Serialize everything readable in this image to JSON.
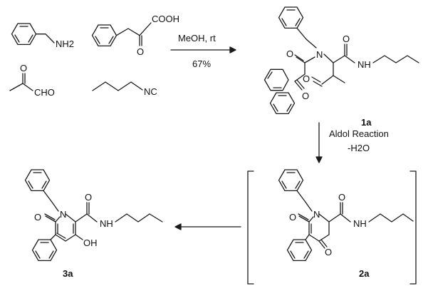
{
  "reagents": {
    "amine": "NH2",
    "acid": "COOH",
    "aldehyde": "CHO",
    "isocyanide": "NC"
  },
  "step1": {
    "conditions": "MeOH, rt",
    "yield": "67%"
  },
  "step2": {
    "reaction": "Aldol Reaction",
    "byproduct": "-H2O"
  },
  "atoms": {
    "oxygen": "O",
    "nitrogen": "N",
    "amide_nh": "NH",
    "hydroxyl": "OH"
  },
  "compounds": {
    "c1": "1a",
    "c2": "2a",
    "c3": "3a"
  }
}
